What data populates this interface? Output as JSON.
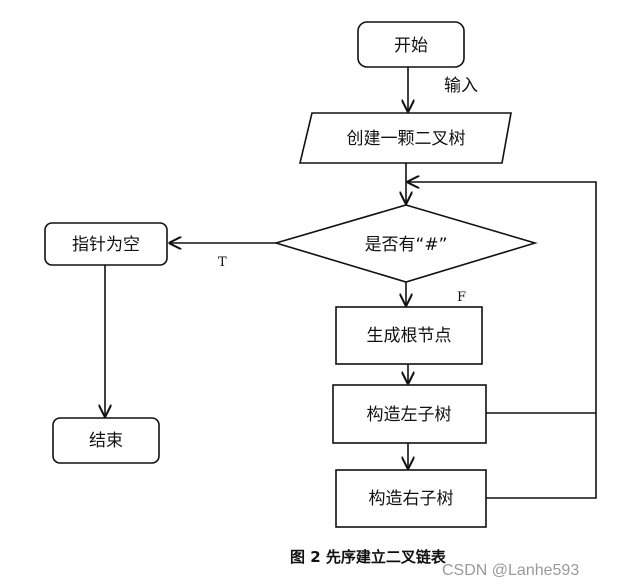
{
  "nodes": {
    "start": "开始",
    "create_tree": "创建一颗二叉树",
    "decision": "是否有“#”",
    "null_pointer": "指针为空",
    "end": "结束",
    "gen_root": "生成根节点",
    "build_left": "构造左子树",
    "build_right": "构造右子树"
  },
  "edge_labels": {
    "input": "输入",
    "true": "T",
    "false": "F"
  },
  "caption": "图 2    先序建立二叉链表",
  "watermark": "CSDN @Lanhe593"
}
